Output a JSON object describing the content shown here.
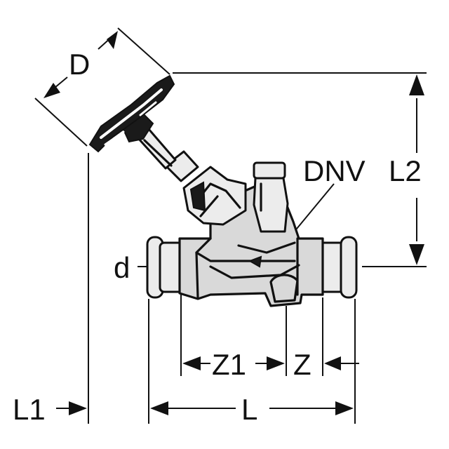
{
  "labels": {
    "D": "D",
    "DNV": "DNV",
    "L2": "L2",
    "d": "d",
    "Z1": "Z1",
    "Z": "Z",
    "L1": "L1",
    "L": "L"
  },
  "colors": {
    "line": "#111111",
    "body": "#d9d9d9",
    "background": "#ffffff"
  }
}
